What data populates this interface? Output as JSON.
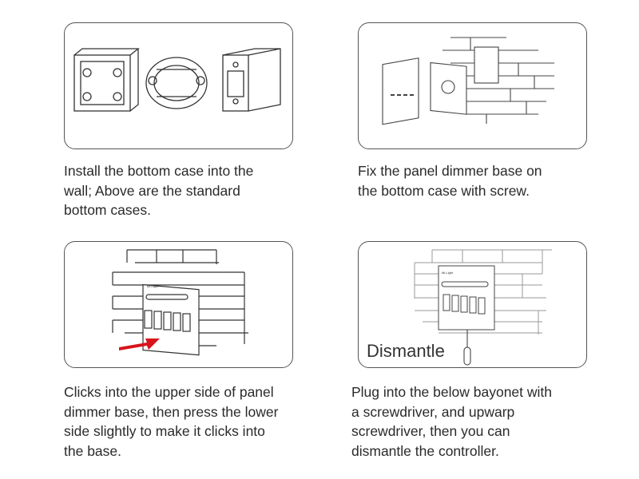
{
  "steps": [
    {
      "caption_lines": [
        "Install the bottom case into the",
        "wall; Above are the standard",
        "bottom cases."
      ]
    },
    {
      "caption_lines": [
        "Fix the panel dimmer base on",
        "the bottom case with screw."
      ]
    },
    {
      "caption_lines": [
        "Clicks into the upper side of panel",
        "dimmer base, then press the lower",
        "side slightly to make it clicks into",
        "the base."
      ]
    },
    {
      "caption_lines": [
        "Plug into the below bayonet with",
        "a screwdriver, and upwarp",
        "screwdriver,  then you can",
        "dismantle the controller."
      ],
      "illustration_label": "Dismantle"
    }
  ],
  "brand_logo": "Mi-Light",
  "colors": {
    "arrow": "#d8141c",
    "line": "#333333"
  }
}
